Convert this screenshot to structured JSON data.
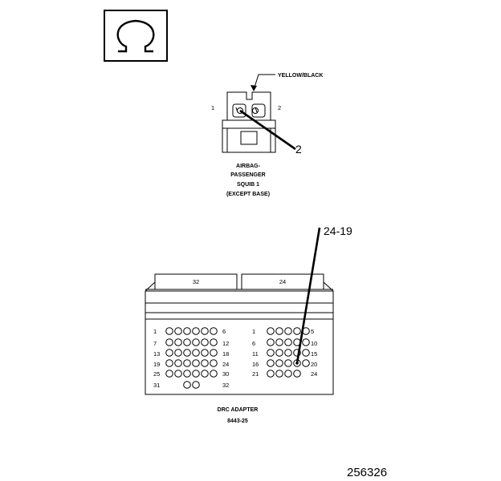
{
  "symbol": {
    "icon": "ohm-symbol-icon",
    "glyph": "Ω"
  },
  "squib_connector": {
    "wire_color": "YELLOW/BLACK",
    "pin_left": "1",
    "pin_right": "2",
    "callout": "2",
    "caption_lines": [
      "AIRBAG-",
      "PASSENGER",
      "SQUIB 1",
      "(EXCEPT BASE)"
    ]
  },
  "adapter": {
    "callout": "24-19",
    "left_tab": "32",
    "right_tab": "24",
    "left_rows": [
      [
        "1",
        "6"
      ],
      [
        "7",
        "12"
      ],
      [
        "13",
        "18"
      ],
      [
        "19",
        "24"
      ],
      [
        "25",
        "30"
      ],
      [
        "31",
        "32"
      ]
    ],
    "right_rows": [
      [
        "1",
        "5"
      ],
      [
        "6",
        "10"
      ],
      [
        "11",
        "15"
      ],
      [
        "16",
        "20"
      ],
      [
        "21",
        "24"
      ]
    ],
    "caption": "DRC ADAPTER",
    "part_number": "8443-25"
  },
  "figure_number": "256326"
}
